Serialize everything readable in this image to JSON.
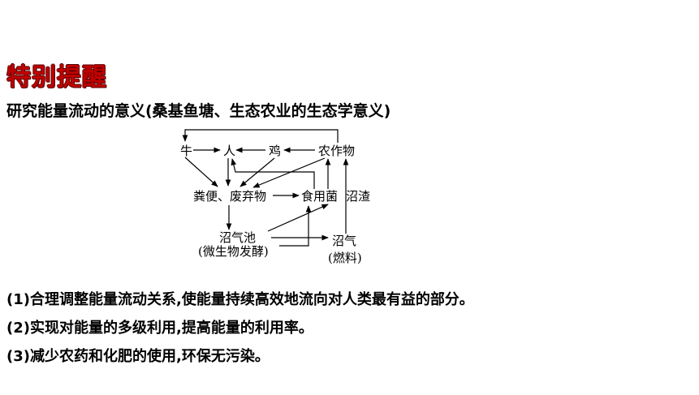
{
  "heading": "特别提醒",
  "subtitle": "研究能量流动的意义(桑基鱼塘、生态农业的生态学意义)",
  "diagram": {
    "nodes": {
      "cow": "牛",
      "human": "人",
      "chicken": "鸡",
      "crops": "农作物",
      "manure": "粪便、废弃物",
      "mushroom": "食用菌",
      "residue": "沼渣",
      "biogas_pool": "沼气池",
      "biogas_pool_note": "(微生物发酵)",
      "biogas": "沼气",
      "biogas_note": "(燃料)"
    }
  },
  "points": [
    "(1)合理调整能量流动关系,使能量持续高效地流向对人类最有益的部分。",
    "(2)实现对能量的多级利用,提高能量的利用率。",
    "(3)减少农药和化肥的使用,环保无污染。"
  ]
}
